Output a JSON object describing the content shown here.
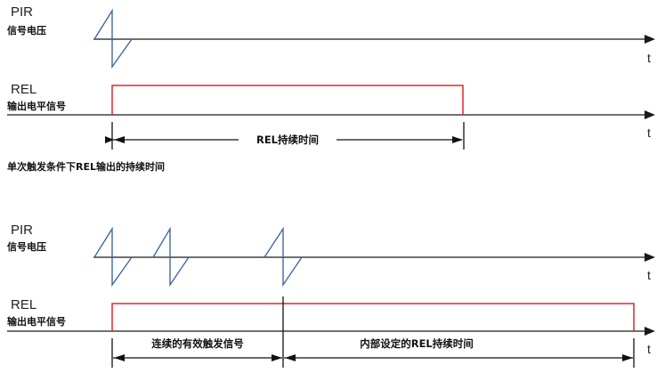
{
  "diagram1": {
    "pir_label": "PIR",
    "pir_sub": "信号电压",
    "rel_label": "REL",
    "rel_sub": "输出电平信号",
    "t_label": "t",
    "span_label": "REL持续时间",
    "caption": "单次触发条件下REL输出的持续时间"
  },
  "diagram2": {
    "pir_label": "PIR",
    "pir_sub": "信号电压",
    "rel_label": "REL",
    "rel_sub": "输出电平信号",
    "t_label": "t",
    "span1_label": "连续的有效触发信号",
    "span2_label": "内部设定的REL持续时间"
  },
  "colors": {
    "pir_wave": "#3f6aa0",
    "rel_signal": "#e0262a",
    "axis": "#1a1a1a"
  }
}
